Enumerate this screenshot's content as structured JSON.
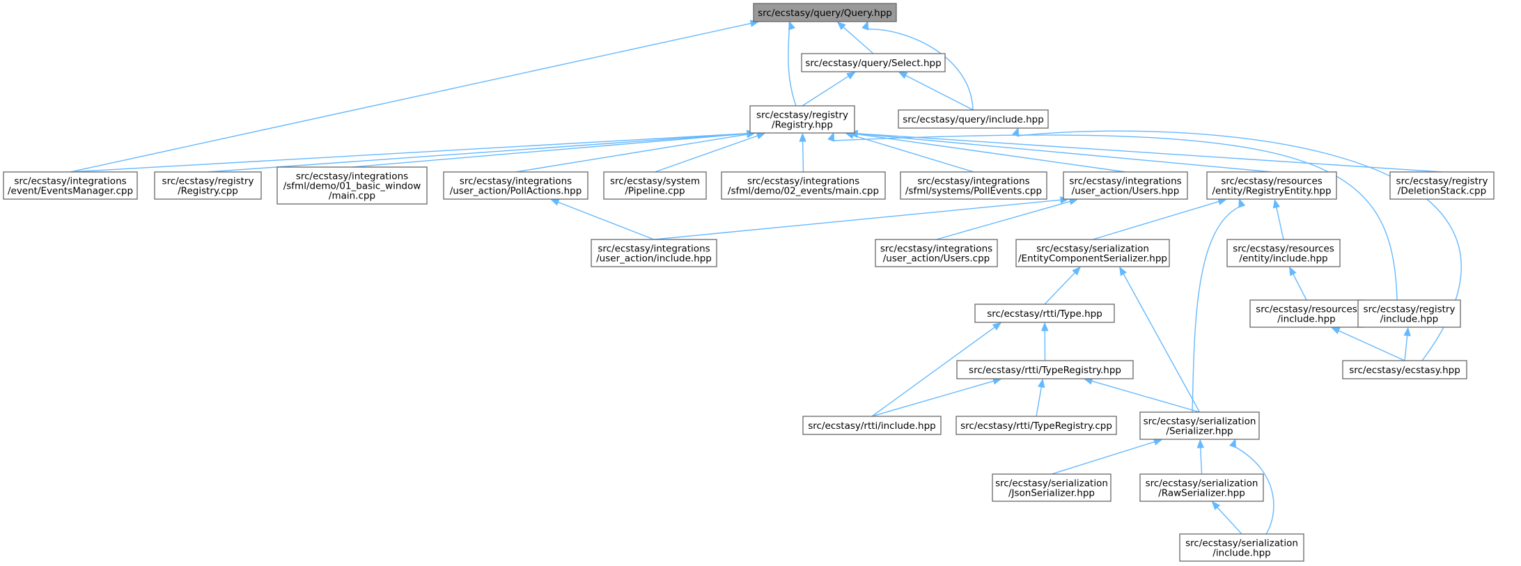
{
  "graph": {
    "colors": {
      "edge": "#63b8ff",
      "node_border": "#666666",
      "root_fill": "#999999",
      "node_fill": "#ffffff"
    },
    "nodes": [
      {
        "id": "query",
        "lines": [
          "src/ecstasy/query/Query.hpp"
        ],
        "root": true
      },
      {
        "id": "select",
        "lines": [
          "src/ecstasy/query/Select.hpp"
        ]
      },
      {
        "id": "registry_hpp",
        "lines": [
          "src/ecstasy/registry",
          "/Registry.hpp"
        ]
      },
      {
        "id": "query_include",
        "lines": [
          "src/ecstasy/query/include.hpp"
        ]
      },
      {
        "id": "events_mgr",
        "lines": [
          "src/ecstasy/integrations",
          "/event/EventsManager.cpp"
        ]
      },
      {
        "id": "registry_cpp",
        "lines": [
          "src/ecstasy/registry",
          "/Registry.cpp"
        ]
      },
      {
        "id": "basic_window",
        "lines": [
          "src/ecstasy/integrations",
          "/sfml/demo/01_basic_window",
          "/main.cpp"
        ]
      },
      {
        "id": "poll_actions",
        "lines": [
          "src/ecstasy/integrations",
          "/user_action/PollActions.hpp"
        ]
      },
      {
        "id": "pipeline",
        "lines": [
          "src/ecstasy/system",
          "/Pipeline.cpp"
        ]
      },
      {
        "id": "events_main",
        "lines": [
          "src/ecstasy/integrations",
          "/sfml/demo/02_events/main.cpp"
        ]
      },
      {
        "id": "poll_events",
        "lines": [
          "src/ecstasy/integrations",
          "/sfml/systems/PollEvents.cpp"
        ]
      },
      {
        "id": "users_hpp",
        "lines": [
          "src/ecstasy/integrations",
          "/user_action/Users.hpp"
        ]
      },
      {
        "id": "registry_entity",
        "lines": [
          "src/ecstasy/resources",
          "/entity/RegistryEntity.hpp"
        ]
      },
      {
        "id": "deletion_stack",
        "lines": [
          "src/ecstasy/registry",
          "/DeletionStack.cpp"
        ]
      },
      {
        "id": "ua_include",
        "lines": [
          "src/ecstasy/integrations",
          "/user_action/include.hpp"
        ]
      },
      {
        "id": "users_cpp",
        "lines": [
          "src/ecstasy/integrations",
          "/user_action/Users.cpp"
        ]
      },
      {
        "id": "ecs_serializer",
        "lines": [
          "src/ecstasy/serialization",
          "/EntityComponentSerializer.hpp"
        ]
      },
      {
        "id": "entity_include",
        "lines": [
          "src/ecstasy/resources",
          "/entity/include.hpp"
        ]
      },
      {
        "id": "type_hpp",
        "lines": [
          "src/ecstasy/rtti/Type.hpp"
        ]
      },
      {
        "id": "resources_include",
        "lines": [
          "src/ecstasy/resources",
          "/include.hpp"
        ]
      },
      {
        "id": "registry_include",
        "lines": [
          "src/ecstasy/registry",
          "/include.hpp"
        ]
      },
      {
        "id": "type_registry_hpp",
        "lines": [
          "src/ecstasy/rtti/TypeRegistry.hpp"
        ]
      },
      {
        "id": "ecstasy_hpp",
        "lines": [
          "src/ecstasy/ecstasy.hpp"
        ]
      },
      {
        "id": "rtti_include",
        "lines": [
          "src/ecstasy/rtti/include.hpp"
        ]
      },
      {
        "id": "type_registry_cpp",
        "lines": [
          "src/ecstasy/rtti/TypeRegistry.cpp"
        ]
      },
      {
        "id": "serializer_hpp",
        "lines": [
          "src/ecstasy/serialization",
          "/Serializer.hpp"
        ]
      },
      {
        "id": "json_serializer",
        "lines": [
          "src/ecstasy/serialization",
          "/JsonSerializer.hpp"
        ]
      },
      {
        "id": "raw_serializer",
        "lines": [
          "src/ecstasy/serialization",
          "/RawSerializer.hpp"
        ]
      },
      {
        "id": "serial_include",
        "lines": [
          "src/ecstasy/serialization",
          "/include.hpp"
        ]
      }
    ],
    "edges": [
      {
        "from": "query",
        "to": "events_mgr"
      },
      {
        "from": "query",
        "to": "registry_hpp"
      },
      {
        "from": "query",
        "to": "select"
      },
      {
        "from": "query",
        "to": "query_include"
      },
      {
        "from": "select",
        "to": "registry_hpp"
      },
      {
        "from": "select",
        "to": "query_include"
      },
      {
        "from": "registry_hpp",
        "to": "events_mgr"
      },
      {
        "from": "registry_hpp",
        "to": "registry_cpp"
      },
      {
        "from": "registry_hpp",
        "to": "basic_window"
      },
      {
        "from": "registry_hpp",
        "to": "poll_actions"
      },
      {
        "from": "registry_hpp",
        "to": "pipeline"
      },
      {
        "from": "registry_hpp",
        "to": "events_main"
      },
      {
        "from": "registry_hpp",
        "to": "poll_events"
      },
      {
        "from": "registry_hpp",
        "to": "users_hpp"
      },
      {
        "from": "registry_hpp",
        "to": "registry_entity"
      },
      {
        "from": "registry_hpp",
        "to": "deletion_stack"
      },
      {
        "from": "registry_hpp",
        "to": "registry_include"
      },
      {
        "from": "query_include",
        "to": "ecstasy_hpp"
      },
      {
        "from": "poll_actions",
        "to": "ua_include"
      },
      {
        "from": "users_hpp",
        "to": "ua_include"
      },
      {
        "from": "users_hpp",
        "to": "users_cpp"
      },
      {
        "from": "registry_entity",
        "to": "ecs_serializer"
      },
      {
        "from": "registry_entity",
        "to": "entity_include"
      },
      {
        "from": "registry_entity",
        "to": "serializer_hpp"
      },
      {
        "from": "ecs_serializer",
        "to": "type_hpp"
      },
      {
        "from": "ecs_serializer",
        "to": "serializer_hpp"
      },
      {
        "from": "entity_include",
        "to": "resources_include"
      },
      {
        "from": "resources_include",
        "to": "ecstasy_hpp"
      },
      {
        "from": "registry_include",
        "to": "ecstasy_hpp"
      },
      {
        "from": "type_hpp",
        "to": "type_registry_hpp"
      },
      {
        "from": "type_hpp",
        "to": "rtti_include"
      },
      {
        "from": "type_registry_hpp",
        "to": "rtti_include"
      },
      {
        "from": "type_registry_hpp",
        "to": "type_registry_cpp"
      },
      {
        "from": "type_registry_hpp",
        "to": "serializer_hpp"
      },
      {
        "from": "serializer_hpp",
        "to": "json_serializer"
      },
      {
        "from": "serializer_hpp",
        "to": "raw_serializer"
      },
      {
        "from": "serializer_hpp",
        "to": "serial_include"
      },
      {
        "from": "raw_serializer",
        "to": "serial_include"
      }
    ]
  }
}
